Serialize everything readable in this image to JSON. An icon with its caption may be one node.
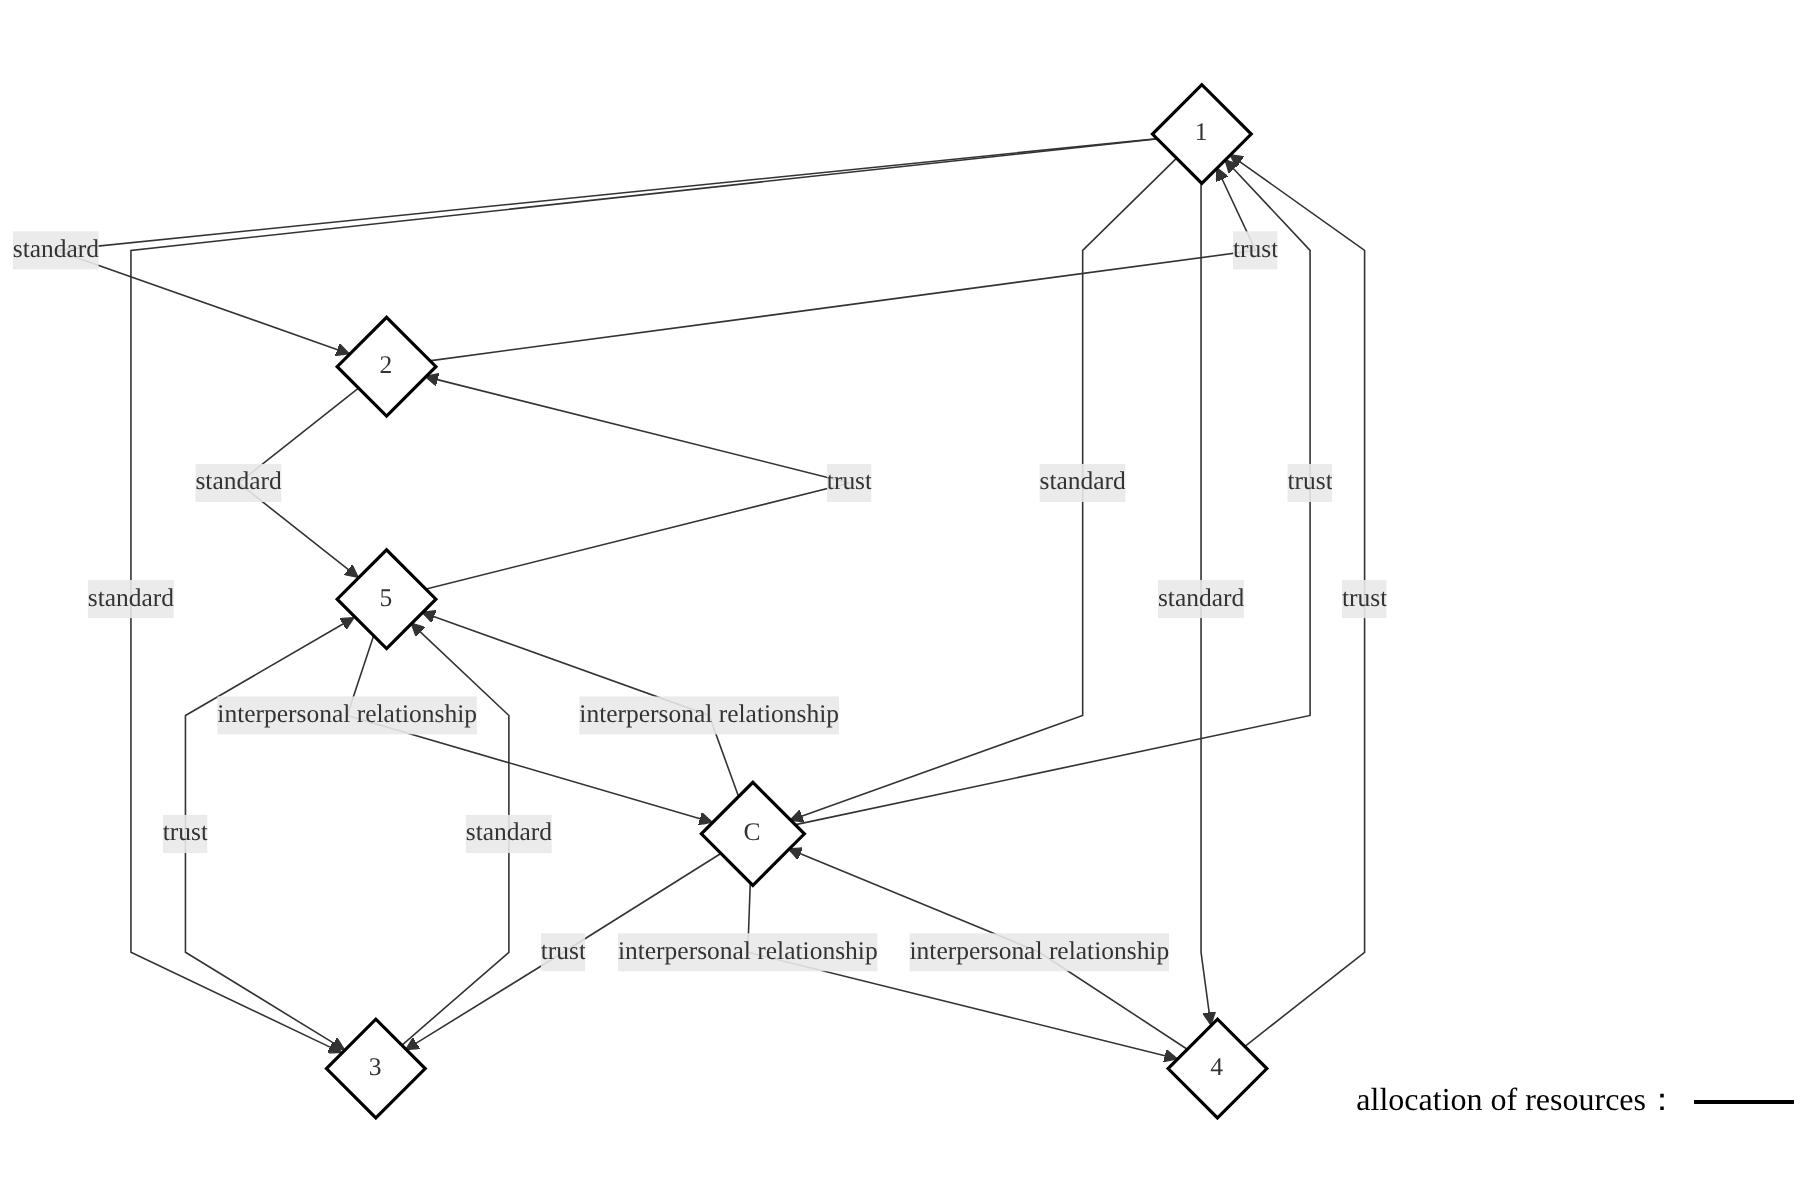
{
  "diagram": {
    "nodes": [
      {
        "text": [
          "1"
        ]
      },
      {
        "text": [
          "2"
        ]
      },
      {
        "text": [
          "3"
        ]
      },
      {
        "text": [
          "4"
        ]
      },
      {
        "text": [
          "5"
        ]
      },
      {
        "text": [
          "C"
        ]
      }
    ],
    "edges": [
      {
        "from": 0,
        "to": 1,
        "arrow": "to",
        "label": "standard"
      },
      {
        "from": 1,
        "to": 0,
        "arrow": "to",
        "label": "trust"
      },
      {
        "from": 0,
        "to": 2,
        "arrow": "to",
        "label": "standard"
      },
      {
        "from": 5,
        "to": 0,
        "arrow": "to",
        "label": "trust"
      },
      {
        "from": 0,
        "to": 5,
        "arrow": "to",
        "label": "standard"
      },
      {
        "from": 0,
        "to": 3,
        "arrow": "to",
        "label": "standard"
      },
      {
        "from": 3,
        "to": 0,
        "arrow": "to",
        "label": "trust"
      },
      {
        "from": 1,
        "to": 4,
        "arrow": "to",
        "label": "standard"
      },
      {
        "from": 4,
        "to": 1,
        "arrow": "to",
        "label": "trust"
      },
      {
        "from": 2,
        "to": 4,
        "arrow": "to",
        "label": "standard"
      },
      {
        "from": 4,
        "to": 2,
        "arrow": "both",
        "label": "trust"
      },
      {
        "from": 5,
        "to": 2,
        "arrow": "to",
        "label": "trust"
      },
      {
        "from": 5,
        "to": 3,
        "arrow": "to",
        "label": "interpersonal relationship"
      },
      {
        "from": 3,
        "to": 5,
        "arrow": "to",
        "label": "interpersonal relationship"
      },
      {
        "from": 5,
        "to": 4,
        "arrow": "to",
        "label": "interpersonal relationship"
      },
      {
        "from": 4,
        "to": 5,
        "arrow": "to",
        "label": "interpersonal relationship"
      }
    ],
    "legend": [
      {
        "text": "allocation of resources："
      }
    ]
  }
}
